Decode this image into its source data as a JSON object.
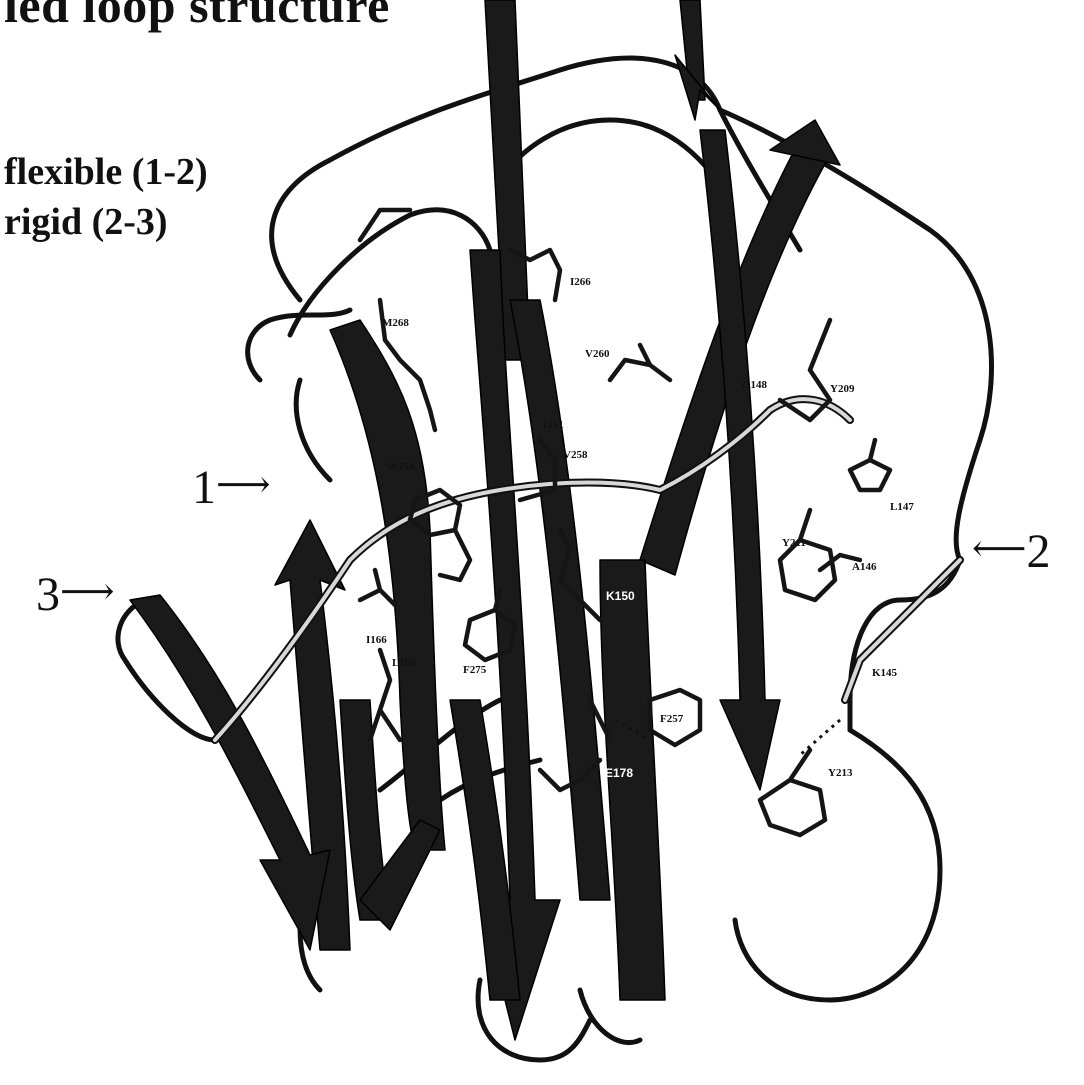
{
  "title": "led loop structure",
  "legend": {
    "flexible": "flexible (1-2)",
    "rigid": "rigid (2-3)"
  },
  "markers": {
    "m1": "1",
    "m2": "2",
    "m3": "3"
  },
  "colors": {
    "strand": "#1a1a1a",
    "coil": "#111111",
    "highlight": "#d8d8d8",
    "background": "#ffffff"
  },
  "residues": [
    {
      "id": "I266",
      "label": "I266"
    },
    {
      "id": "M268",
      "label": "M268"
    },
    {
      "id": "V260",
      "label": "V260"
    },
    {
      "id": "G148",
      "label": "G148"
    },
    {
      "id": "Y209",
      "label": "Y209"
    },
    {
      "id": "I151",
      "label": "I151"
    },
    {
      "id": "V258",
      "label": "V258"
    },
    {
      "id": "W154",
      "label": "W154"
    },
    {
      "id": "L147",
      "label": "L147"
    },
    {
      "id": "Y211",
      "label": "Y211"
    },
    {
      "id": "A146",
      "label": "A146"
    },
    {
      "id": "K150",
      "label": "K150"
    },
    {
      "id": "I166",
      "label": "I166"
    },
    {
      "id": "L169",
      "label": "L169"
    },
    {
      "id": "F275",
      "label": "F275"
    },
    {
      "id": "K145",
      "label": "K145"
    },
    {
      "id": "F257",
      "label": "F257"
    },
    {
      "id": "Y213",
      "label": "Y213"
    },
    {
      "id": "E178",
      "label": "E178"
    }
  ]
}
